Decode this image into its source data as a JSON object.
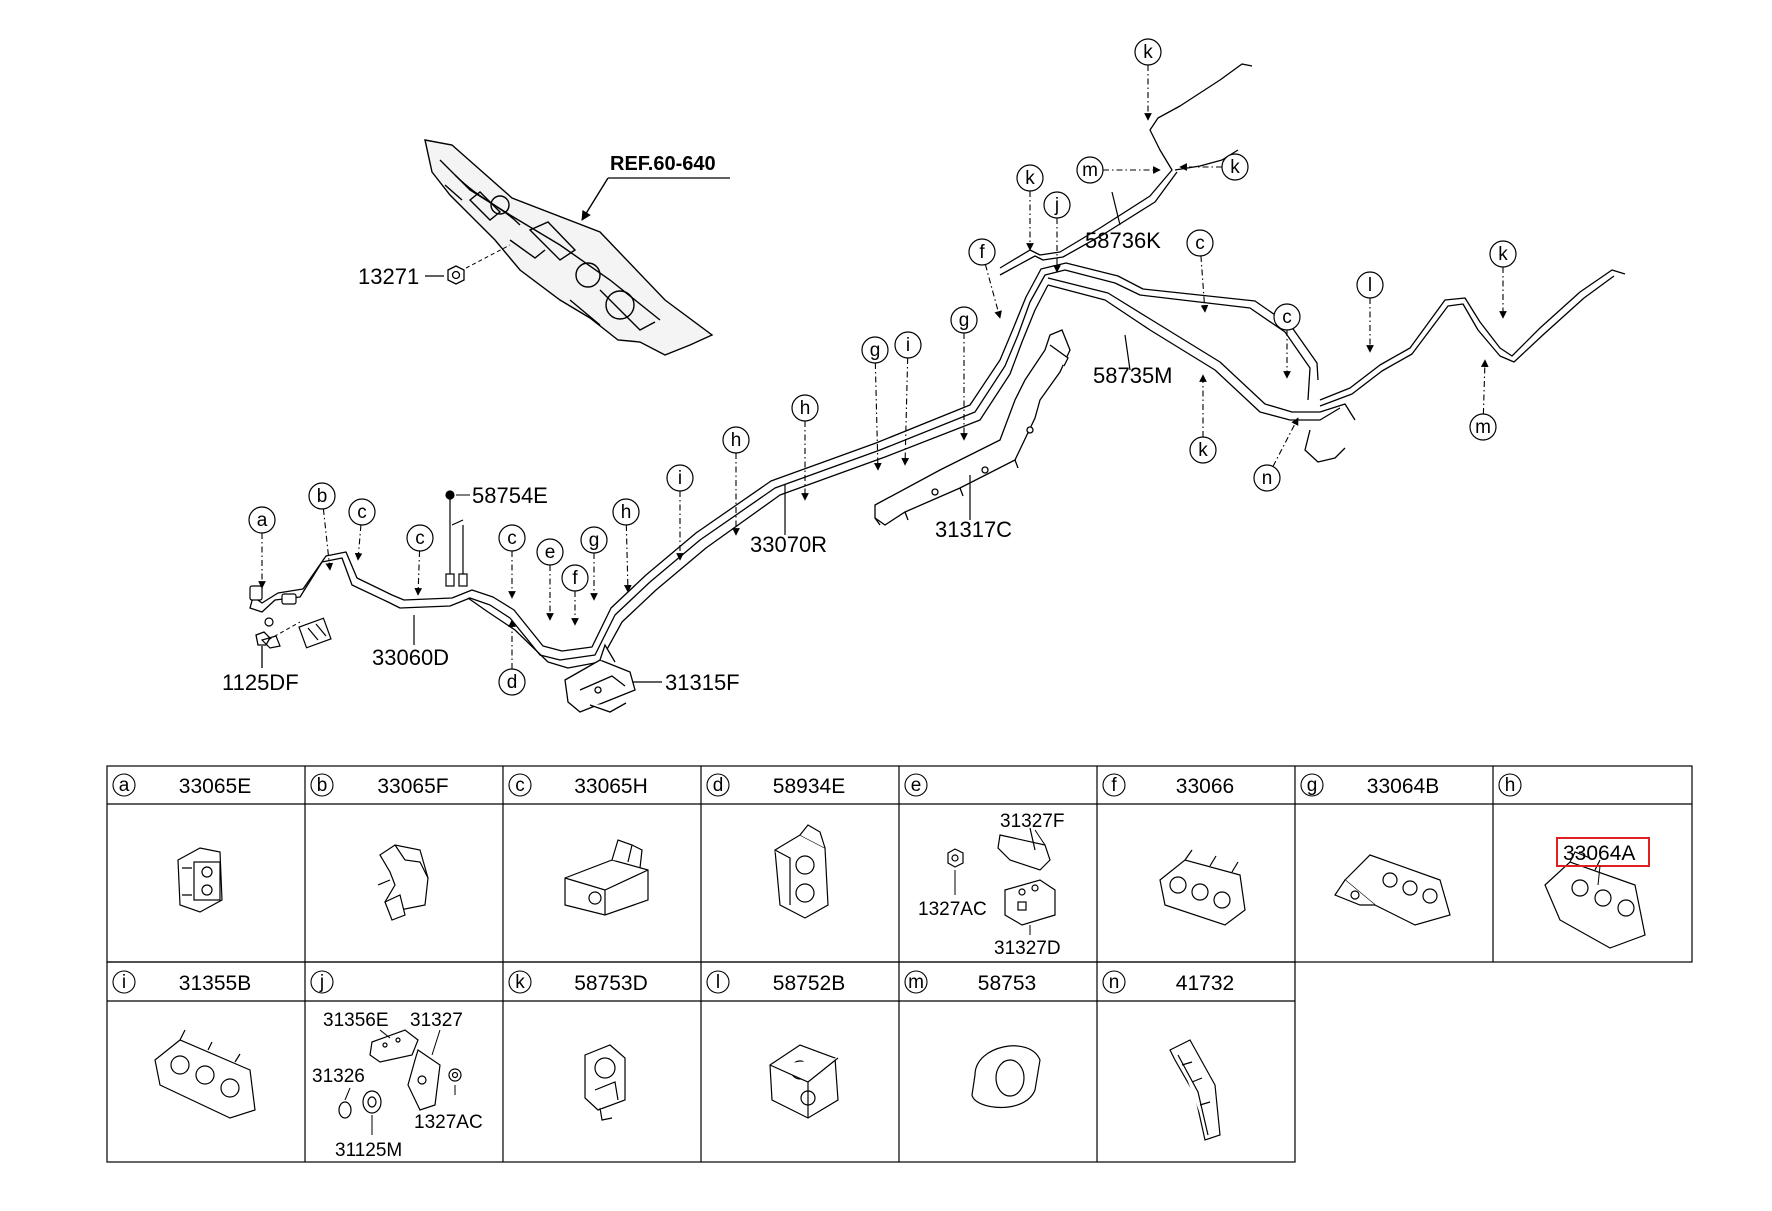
{
  "reference": "REF.60-640",
  "part_labels": [
    "13271",
    "58754E",
    "1125DF",
    "33060D",
    "31315F",
    "33070R",
    "31317C",
    "58735M",
    "58736K"
  ],
  "callouts": [
    "a",
    "b",
    "c",
    "c",
    "c",
    "d",
    "e",
    "f",
    "g",
    "h",
    "i",
    "h",
    "h",
    "i",
    "g",
    "g",
    "f",
    "j",
    "k",
    "k",
    "m",
    "k",
    "c",
    "c",
    "l",
    "k",
    "m",
    "k",
    "n"
  ],
  "table": {
    "highlight_color": "#e02020",
    "row1": [
      {
        "letter": "a",
        "part": "33065E"
      },
      {
        "letter": "b",
        "part": "33065F"
      },
      {
        "letter": "c",
        "part": "33065H"
      },
      {
        "letter": "d",
        "part": "58934E"
      },
      {
        "letter": "e",
        "part": "",
        "subparts": [
          "31327F",
          "1327AC",
          "31327D"
        ]
      },
      {
        "letter": "f",
        "part": "33066"
      },
      {
        "letter": "g",
        "part": "33064B"
      },
      {
        "letter": "h",
        "part": "",
        "highlighted_part": "33064A"
      }
    ],
    "row2": [
      {
        "letter": "i",
        "part": "31355B"
      },
      {
        "letter": "j",
        "part": "",
        "subparts": [
          "31356E",
          "31327",
          "31326",
          "1327AC",
          "31125M"
        ]
      },
      {
        "letter": "k",
        "part": "58753D"
      },
      {
        "letter": "l",
        "part": "58752B"
      },
      {
        "letter": "m",
        "part": "58753"
      },
      {
        "letter": "n",
        "part": "41732"
      }
    ]
  }
}
